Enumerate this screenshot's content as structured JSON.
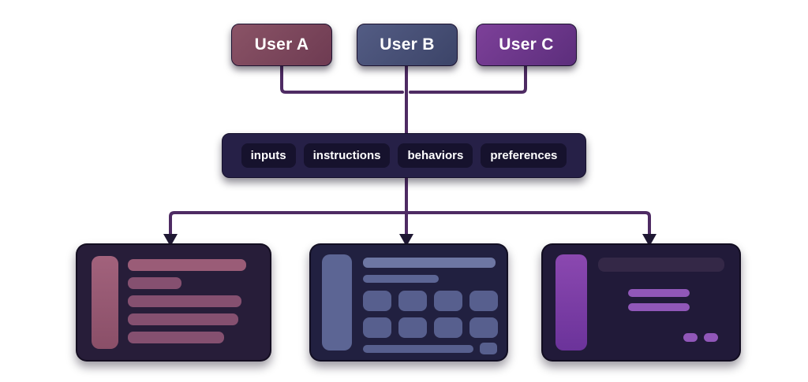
{
  "users": [
    {
      "label": "User A",
      "color": "#7e4659"
    },
    {
      "label": "User B",
      "color": "#49527a"
    },
    {
      "label": "User C",
      "color": "#6f3a94"
    }
  ],
  "pipeline_tags": {
    "items": [
      "inputs",
      "instructions",
      "behaviors",
      "preferences"
    ]
  },
  "colors": {
    "connector": "#4e2b63",
    "arrowhead": "#1f1833",
    "tag_bar_bg": "#262047",
    "tag_pill_bg": "#16122d",
    "card_left_accent": "#9a5c77",
    "card_middle_accent": "#5c6594",
    "card_right_accent": "#8b48b0"
  }
}
